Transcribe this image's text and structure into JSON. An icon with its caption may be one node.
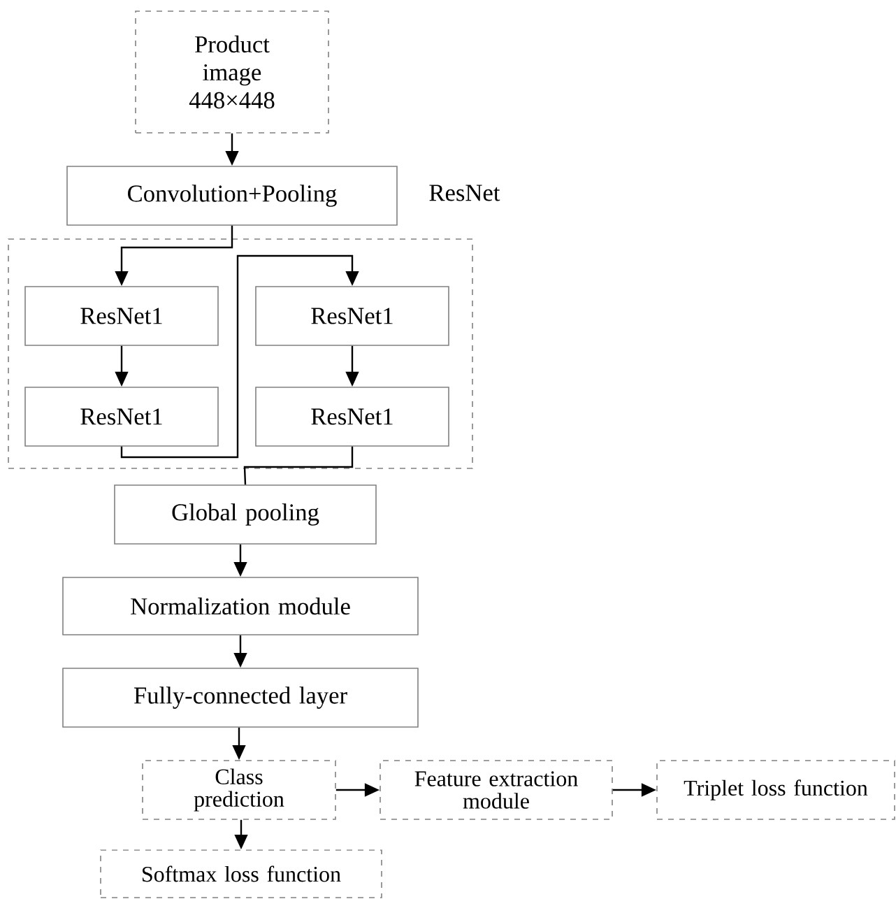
{
  "diagram": {
    "nodes": [
      {
        "text": [
          "Product image 448×448"
        ]
      },
      {
        "text": [
          "Convolution+Pooling"
        ]
      },
      {
        "text": [
          "ResNet"
        ]
      },
      {
        "text": [
          "ResNet1"
        ],
        "in": 2
      },
      {
        "text": [
          "ResNet1"
        ],
        "in": 2
      },
      {
        "text": [
          "ResNet1"
        ],
        "in": 2
      },
      {
        "text": [
          "ResNet1"
        ],
        "in": 2
      },
      {
        "text": [
          "Global pooling"
        ]
      },
      {
        "text": [
          "Normalization module"
        ]
      },
      {
        "text": [
          "Fully-connected layer"
        ]
      },
      {
        "text": [
          "Class prediction"
        ]
      },
      {
        "text": [
          "Feature extraction module"
        ]
      },
      {
        "text": [
          "Triplet loss function"
        ]
      },
      {
        "text": [
          "Softmax loss function"
        ]
      }
    ],
    "edges": [
      {
        "from": 0,
        "to": 1,
        "arrow": "to"
      },
      {
        "from": 1,
        "to": 3,
        "arrow": "to"
      },
      {
        "from": 3,
        "to": 4,
        "arrow": "to"
      },
      {
        "from": 4,
        "to": 5,
        "arrow": "to"
      },
      {
        "from": 5,
        "to": 6,
        "arrow": "to"
      },
      {
        "from": 6,
        "to": 7,
        "arrow": "none"
      },
      {
        "from": 7,
        "to": 8,
        "arrow": "to"
      },
      {
        "from": 8,
        "to": 9,
        "arrow": "to"
      },
      {
        "from": 9,
        "to": 10,
        "arrow": "to"
      },
      {
        "from": 10,
        "to": 11,
        "arrow": "to"
      },
      {
        "from": 11,
        "to": 12,
        "arrow": "to"
      },
      {
        "from": 10,
        "to": 13,
        "arrow": "to"
      }
    ]
  }
}
